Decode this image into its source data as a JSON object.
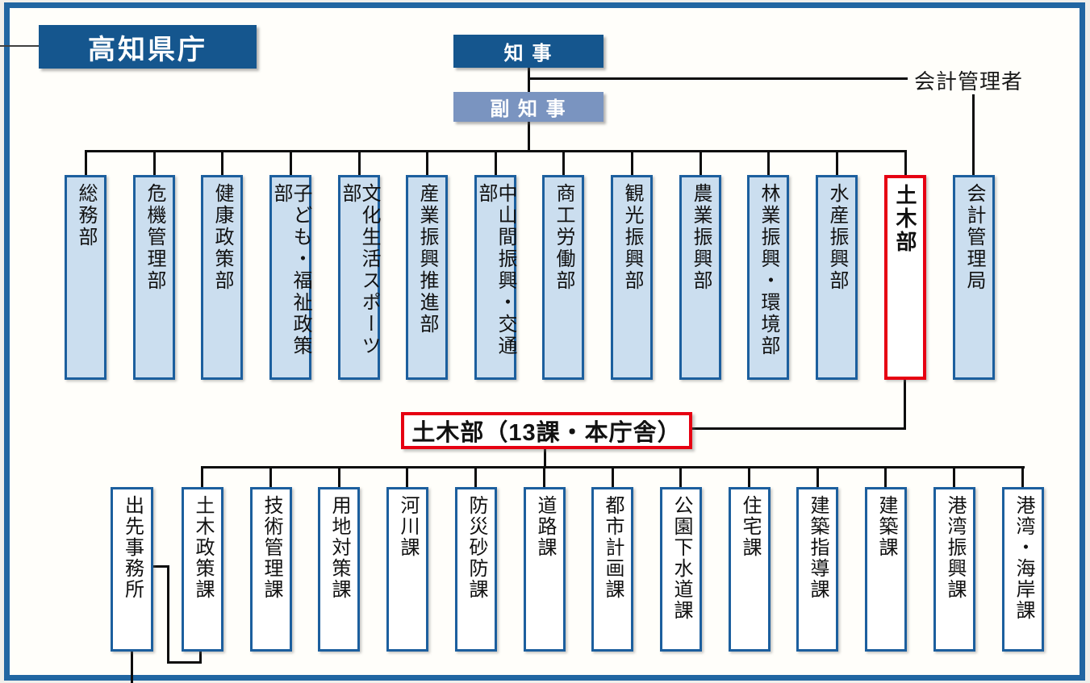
{
  "header": {
    "title": "高知県庁"
  },
  "governor": {
    "label": "知 事"
  },
  "vice_governor": {
    "label": "副 知 事"
  },
  "accounting_manager": {
    "label": "会計管理者"
  },
  "departments": [
    {
      "label": "総務部",
      "highlight": false
    },
    {
      "label": "危機管理部",
      "highlight": false
    },
    {
      "label": "健康政策部",
      "highlight": false
    },
    {
      "label": "子ども・福祉政策部",
      "highlight": false
    },
    {
      "label": "文化生活スポーツ部",
      "highlight": false
    },
    {
      "label": "産業振興推進部",
      "highlight": false
    },
    {
      "label": "中山間振興・交通部",
      "highlight": false
    },
    {
      "label": "商工労働部",
      "highlight": false
    },
    {
      "label": "観光振興部",
      "highlight": false
    },
    {
      "label": "農業振興部",
      "highlight": false
    },
    {
      "label": "林業振興・環境部",
      "highlight": false
    },
    {
      "label": "水産振興部",
      "highlight": false
    },
    {
      "label": "土木部",
      "highlight": true
    },
    {
      "label": "会計管理局",
      "highlight": false
    }
  ],
  "civil_engineering_dept": {
    "label": "土木部（13課・本庁舎）"
  },
  "branch_office": {
    "label": "出先事務所"
  },
  "divisions": [
    {
      "label": "土木政策課"
    },
    {
      "label": "技術管理課"
    },
    {
      "label": "用地対策課"
    },
    {
      "label": "河川課"
    },
    {
      "label": "防災砂防課"
    },
    {
      "label": "道路課"
    },
    {
      "label": "都市計画課"
    },
    {
      "label": "公園下水道課"
    },
    {
      "label": "住宅課"
    },
    {
      "label": "建築指導課"
    },
    {
      "label": "建築課"
    },
    {
      "label": "港湾振興課"
    },
    {
      "label": "港湾・海岸課"
    }
  ],
  "colors": {
    "header_blue": "#15568e",
    "vice_governor_blue": "#7a94c0",
    "department_fill": "#cbdeef",
    "box_border_blue": "#1c5f9e",
    "highlight_red": "#e60012",
    "frame_blue": "#2166a2",
    "connector_black": "#0d0d0d"
  }
}
